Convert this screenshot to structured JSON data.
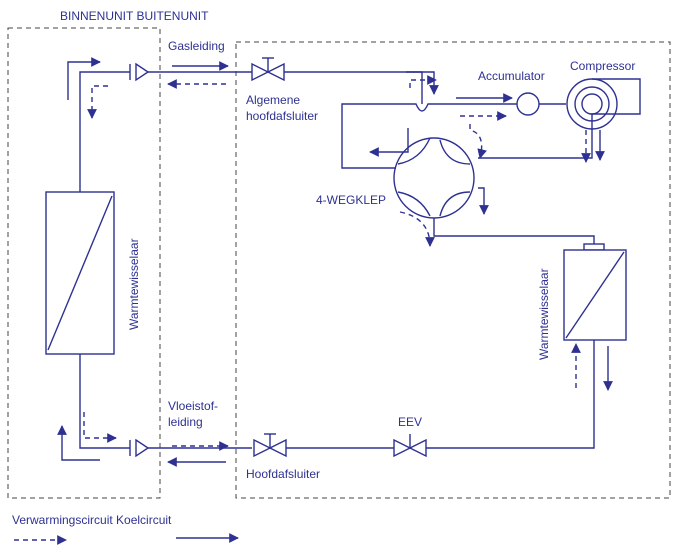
{
  "header": {
    "units_label": "BINNENUNIT BUITENUNIT"
  },
  "labels": {
    "gasleiding": "Gasleiding",
    "algemene_1": "Algemene",
    "algemene_2": "hoofdafsluiter",
    "accumulator": "Accumulator",
    "compressor": "Compressor",
    "four_way_valve": "4-WEGKLEP",
    "hx_indoor": "Warmtewisselaar",
    "hx_outdoor": "Warmtewisselaar",
    "liquid_1": "Vloeistof-",
    "liquid_2": "leiding",
    "eev": "EEV",
    "hoofdafsluiter": "Hoofdafsluiter"
  },
  "legend": {
    "text": "Verwarmingscircuit Koelcircuit"
  },
  "colors": {
    "line": "#2e3192",
    "boundary": "#444444"
  }
}
